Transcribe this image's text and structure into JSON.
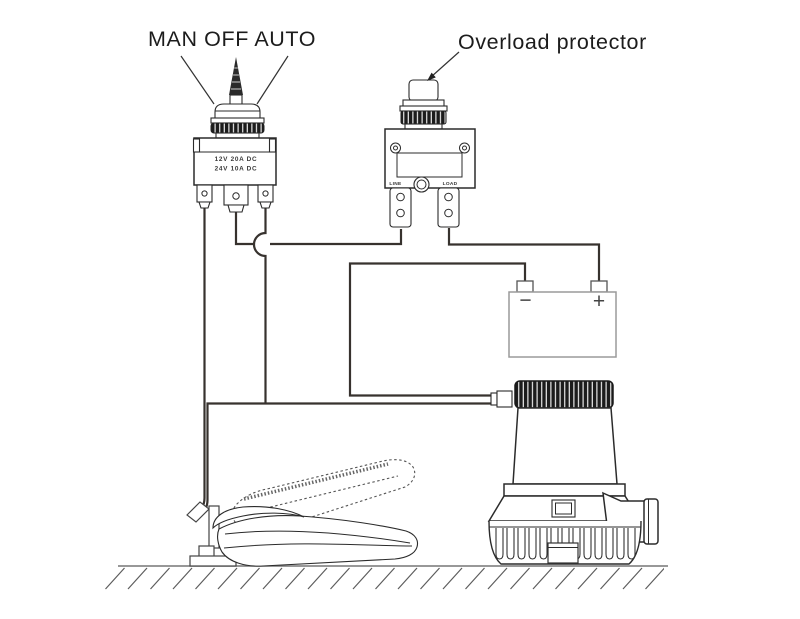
{
  "labels": {
    "switch_positions": "MAN OFF AUTO",
    "overload_protector": "Overload protector"
  },
  "toggle_switch": {
    "rating_line1": "12V 20A DC",
    "rating_line2": "24V 10A DC"
  },
  "overload_protector": {
    "line_terminal": "LINE",
    "load_terminal": "LOAD"
  },
  "battery": {
    "negative_terminal": "−",
    "positive_terminal": "+"
  },
  "colors": {
    "line_art": "#2b2b2b",
    "wire": "#37322e",
    "battery_outline": "#9a9a9a",
    "ground": "#6e6e6e",
    "knurl_dark": "#1c1c1c",
    "background": "#ffffff"
  }
}
